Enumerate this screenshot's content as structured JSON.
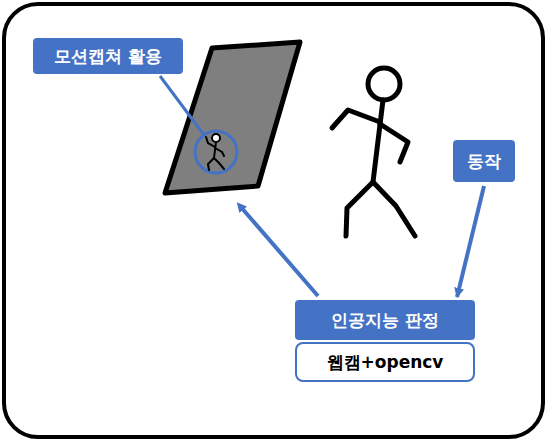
{
  "diagram": {
    "nodes": [
      {
        "text": [
          "모션캡쳐 활용"
        ]
      },
      {
        "text": [
          "동작"
        ]
      },
      {
        "text": [
          "인공지능 판정"
        ]
      },
      {
        "text": [
          "웹캠+opencv"
        ]
      }
    ],
    "edges": [
      {
        "from": 1,
        "to": 2,
        "arrow": "to"
      }
    ]
  }
}
